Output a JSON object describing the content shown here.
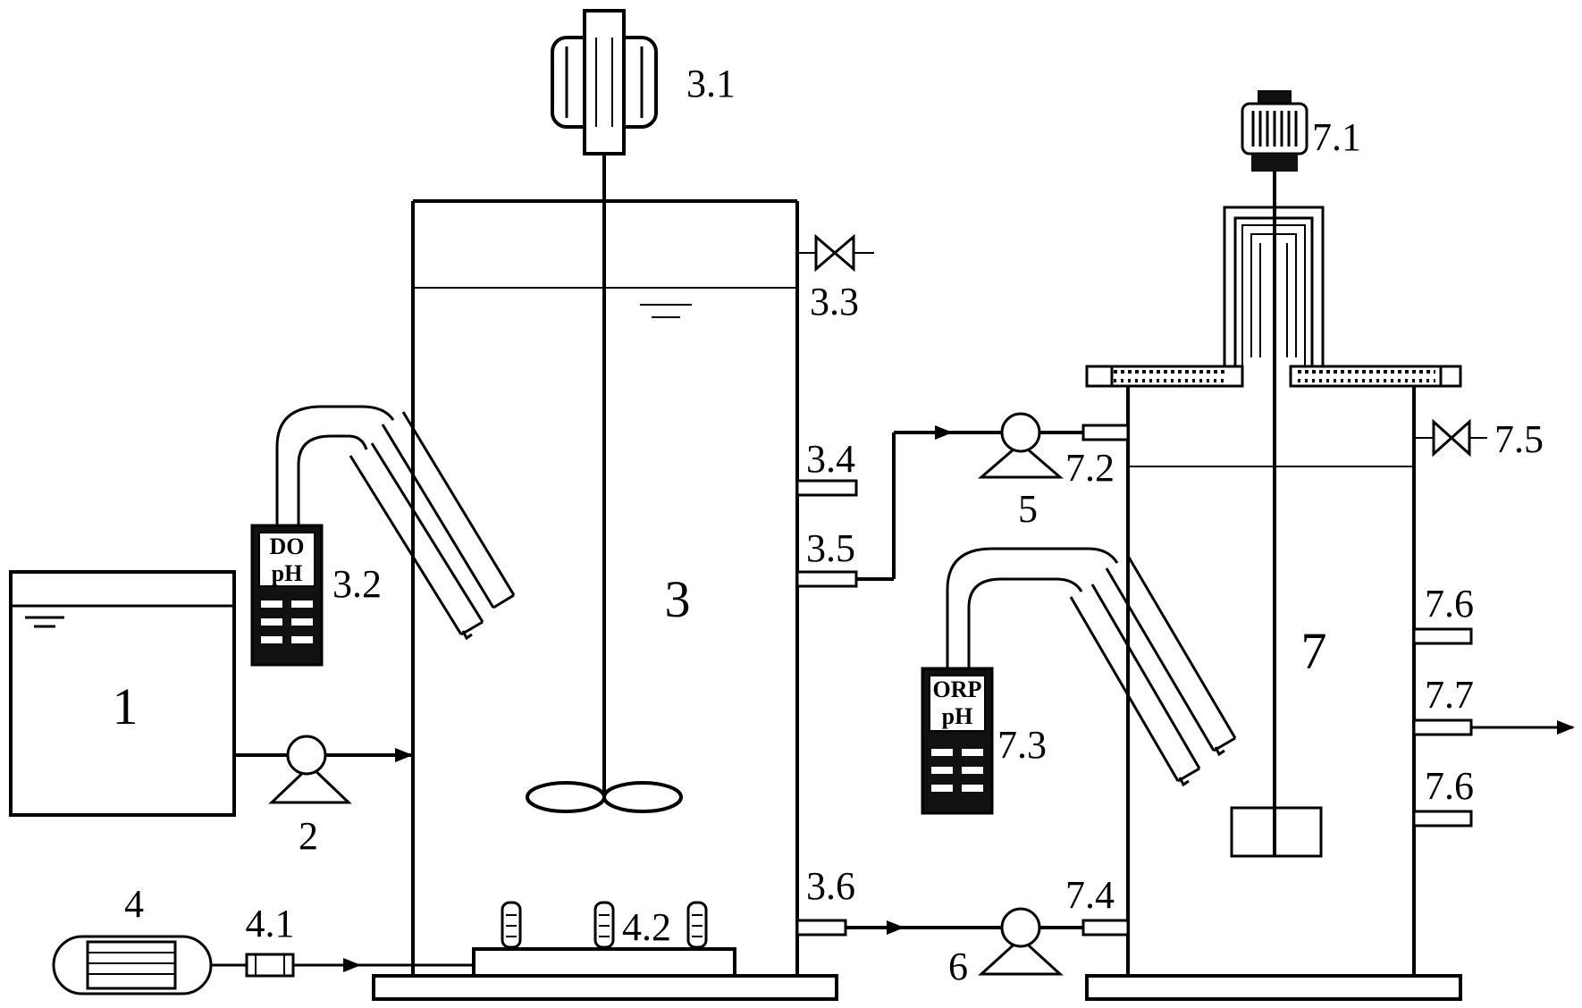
{
  "labels": {
    "tank1": "1",
    "pump2": "2",
    "reactor3": "3",
    "motor3_1": "3.1",
    "meter3_2": "3.2",
    "valve3_3": "3.3",
    "port3_4": "3.4",
    "port3_5": "3.5",
    "port3_6": "3.6",
    "blower4": "4",
    "flowmeter4_1": "4.1",
    "diffuser4_2": "4.2",
    "pump5": "5",
    "pump6": "6",
    "reactor7": "7",
    "motor7_1": "7.1",
    "inlet7_2": "7.2",
    "meter7_3": "7.3",
    "inlet7_4": "7.4",
    "valve7_5": "7.5",
    "port7_6_upper": "7.6",
    "port7_7": "7.7",
    "port7_6_lower": "7.6"
  },
  "meters": {
    "do_ph": {
      "line1": "DO",
      "line2": "pH"
    },
    "orp_ph": {
      "line1": "ORP",
      "line2": "pH"
    }
  }
}
